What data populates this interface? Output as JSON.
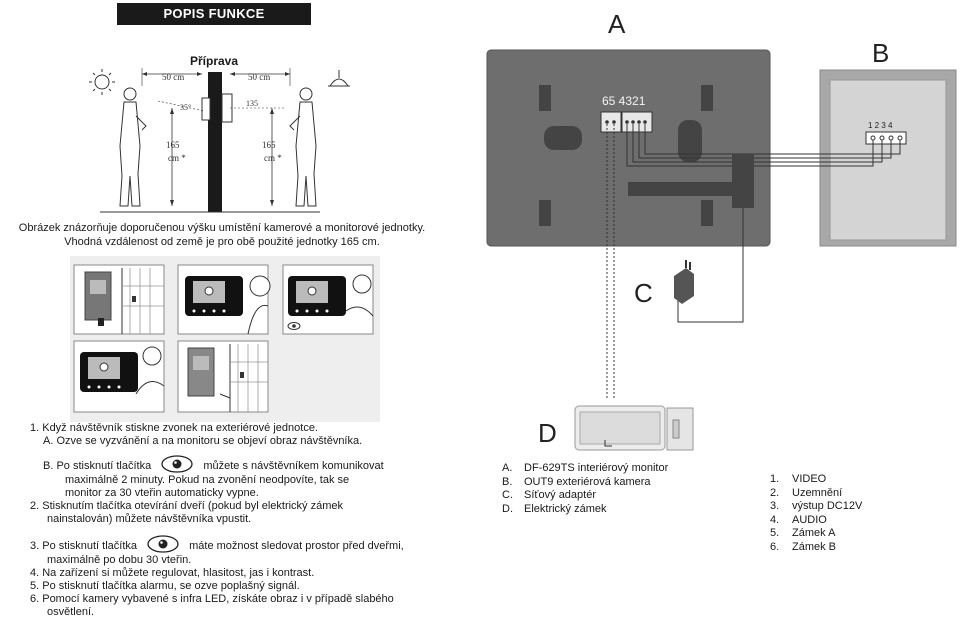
{
  "header": {
    "title": "POPIS FUNKCE"
  },
  "preparation": {
    "title": "Příprava",
    "dist_left": "50 cm",
    "dist_right": "50 cm",
    "angle_left": "35°",
    "angle_right": "135",
    "height_left": "165",
    "height_left_unit": "cm *",
    "height_right": "165",
    "height_right_unit": "cm *",
    "caption_line1": "Obrázek znázorňuje doporučenou výšku umístění kamerové a monitorové jednotky.",
    "caption_line2": "Vhodná vzdálenost od země je pro obě použité jednotky 165 cm."
  },
  "steps": {
    "s1": "1.  Když návštěvník stiskne zvonek na exteriérové jednotce.",
    "s1a": "A.  Ozve se vyzvánění a na monitoru se objeví obraz návštěvníka.",
    "s1b_pre": "B.  Po stisknutí tlačítka",
    "s1b_post": "můžete s návštěvníkem komunikovat",
    "s1b_l2": "maximálně 2 minuty. Pokud na zvonění neodpovíte, tak se",
    "s1b_l3": "monitor za 30 vteřin automaticky vypne.",
    "s2_l1": "2.  Stisknutím tlačítka otevírání dveří (pokud byl elektrický zámek",
    "s2_l2": "nainstalován) můžete návštěvníka vpustit.",
    "s3_pre": "3.  Po stisknutí tlačítka",
    "s3_post": "máte možnost sledovat prostor před dveřmi,",
    "s3_l2": "maximálně po dobu 30 vteřin.",
    "s4": "4.  Na zařízení si můžete regulovat, hlasitost, jas i kontrast.",
    "s5": "5.  Po stisknutí tlačítka alarmu, se ozve poplašný signál.",
    "s6_l1": "6.  Pomocí kamery vybavené s infra LED, získáte obraz i v případě slabého",
    "s6_l2": "osvětlení."
  },
  "wiring": {
    "label_a": "A",
    "label_b": "B",
    "label_c": "C",
    "label_d": "D",
    "pins_a": "65 4321",
    "pins_b": "1 2 3 4"
  },
  "legend_devices": [
    {
      "key": "A.",
      "text": "DF-629TS interiérový monitor"
    },
    {
      "key": "B.",
      "text": "OUT9 exteriérová kamera"
    },
    {
      "key": "C.",
      "text": "Síťový adaptér"
    },
    {
      "key": "D.",
      "text": "Elektrický zámek"
    }
  ],
  "legend_pins": [
    {
      "key": "1.",
      "text": "VIDEO"
    },
    {
      "key": "2.",
      "text": "Uzemnění"
    },
    {
      "key": "3.",
      "text": "výstup DC12V"
    },
    {
      "key": "4.",
      "text": "AUDIO"
    },
    {
      "key": "5.",
      "text": "Zámek A"
    },
    {
      "key": "6.",
      "text": "Zámek B"
    }
  ],
  "icons": {
    "eye": "eye-icon",
    "sun": "sun-icon",
    "lamp": "ceiling-lamp-icon"
  }
}
